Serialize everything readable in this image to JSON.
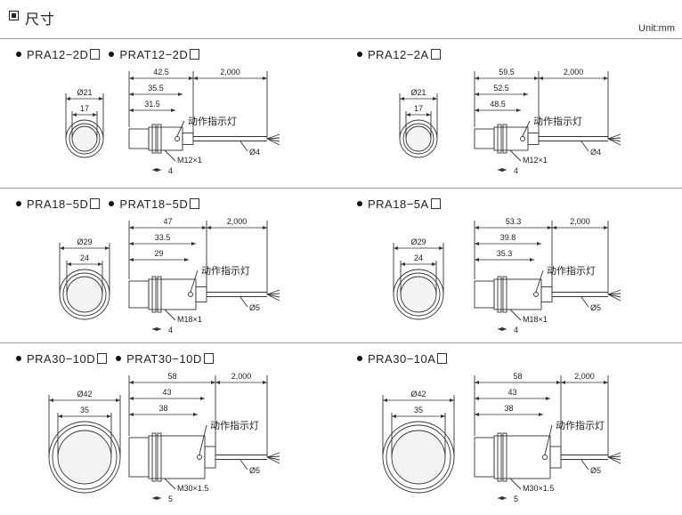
{
  "header": {
    "title": "尺寸",
    "unit": "Unit:mm"
  },
  "rows": [
    {
      "left": {
        "models": [
          "PRA12−2D",
          "PRAT12−2D"
        ],
        "face": {
          "outer": "Ø21",
          "inner": "17"
        },
        "dims": {
          "d1": "42.5",
          "d2": "35.5",
          "d3": "31.5",
          "cable": "2,000",
          "thread": "M12×1",
          "nut": "4",
          "wire": "Ø4",
          "led": "动作指示灯"
        }
      },
      "right": {
        "models": [
          "PRA12−2A"
        ],
        "face": {
          "outer": "Ø21",
          "inner": "17"
        },
        "dims": {
          "d1": "59.5",
          "d2": "52.5",
          "d3": "48.5",
          "cable": "2,000",
          "thread": "M12×1",
          "nut": "4",
          "wire": "Ø4",
          "led": "动作指示灯"
        }
      }
    },
    {
      "left": {
        "models": [
          "PRA18−5D",
          "PRAT18−5D"
        ],
        "face": {
          "outer": "Ø29",
          "inner": "24"
        },
        "dims": {
          "d1": "47",
          "d2": "33.5",
          "d3": "29",
          "cable": "2,000",
          "thread": "M18×1",
          "nut": "4",
          "wire": "Ø5",
          "led": "动作指示灯"
        }
      },
      "right": {
        "models": [
          "PRA18−5A"
        ],
        "face": {
          "outer": "Ø29",
          "inner": "24"
        },
        "dims": {
          "d1": "53.3",
          "d2": "39.8",
          "d3": "35.3",
          "cable": "2,000",
          "thread": "M18×1",
          "nut": "4",
          "wire": "Ø5",
          "led": "动作指示灯"
        }
      }
    },
    {
      "left": {
        "models": [
          "PRA30−10D",
          "PRAT30−10D"
        ],
        "face": {
          "outer": "Ø42",
          "inner": "35"
        },
        "dims": {
          "d1": "58",
          "d2": "43",
          "d3": "38",
          "cable": "2,000",
          "thread": "M30×1.5",
          "nut": "5",
          "wire": "Ø5",
          "led": "动作指示灯"
        }
      },
      "right": {
        "models": [
          "PRA30−10A"
        ],
        "face": {
          "outer": "Ø42",
          "inner": "35"
        },
        "dims": {
          "d1": "58",
          "d2": "43",
          "d3": "38",
          "cable": "2,000",
          "thread": "M30×1.5",
          "nut": "5",
          "wire": "Ø5",
          "led": "动作指示灯"
        }
      }
    }
  ]
}
